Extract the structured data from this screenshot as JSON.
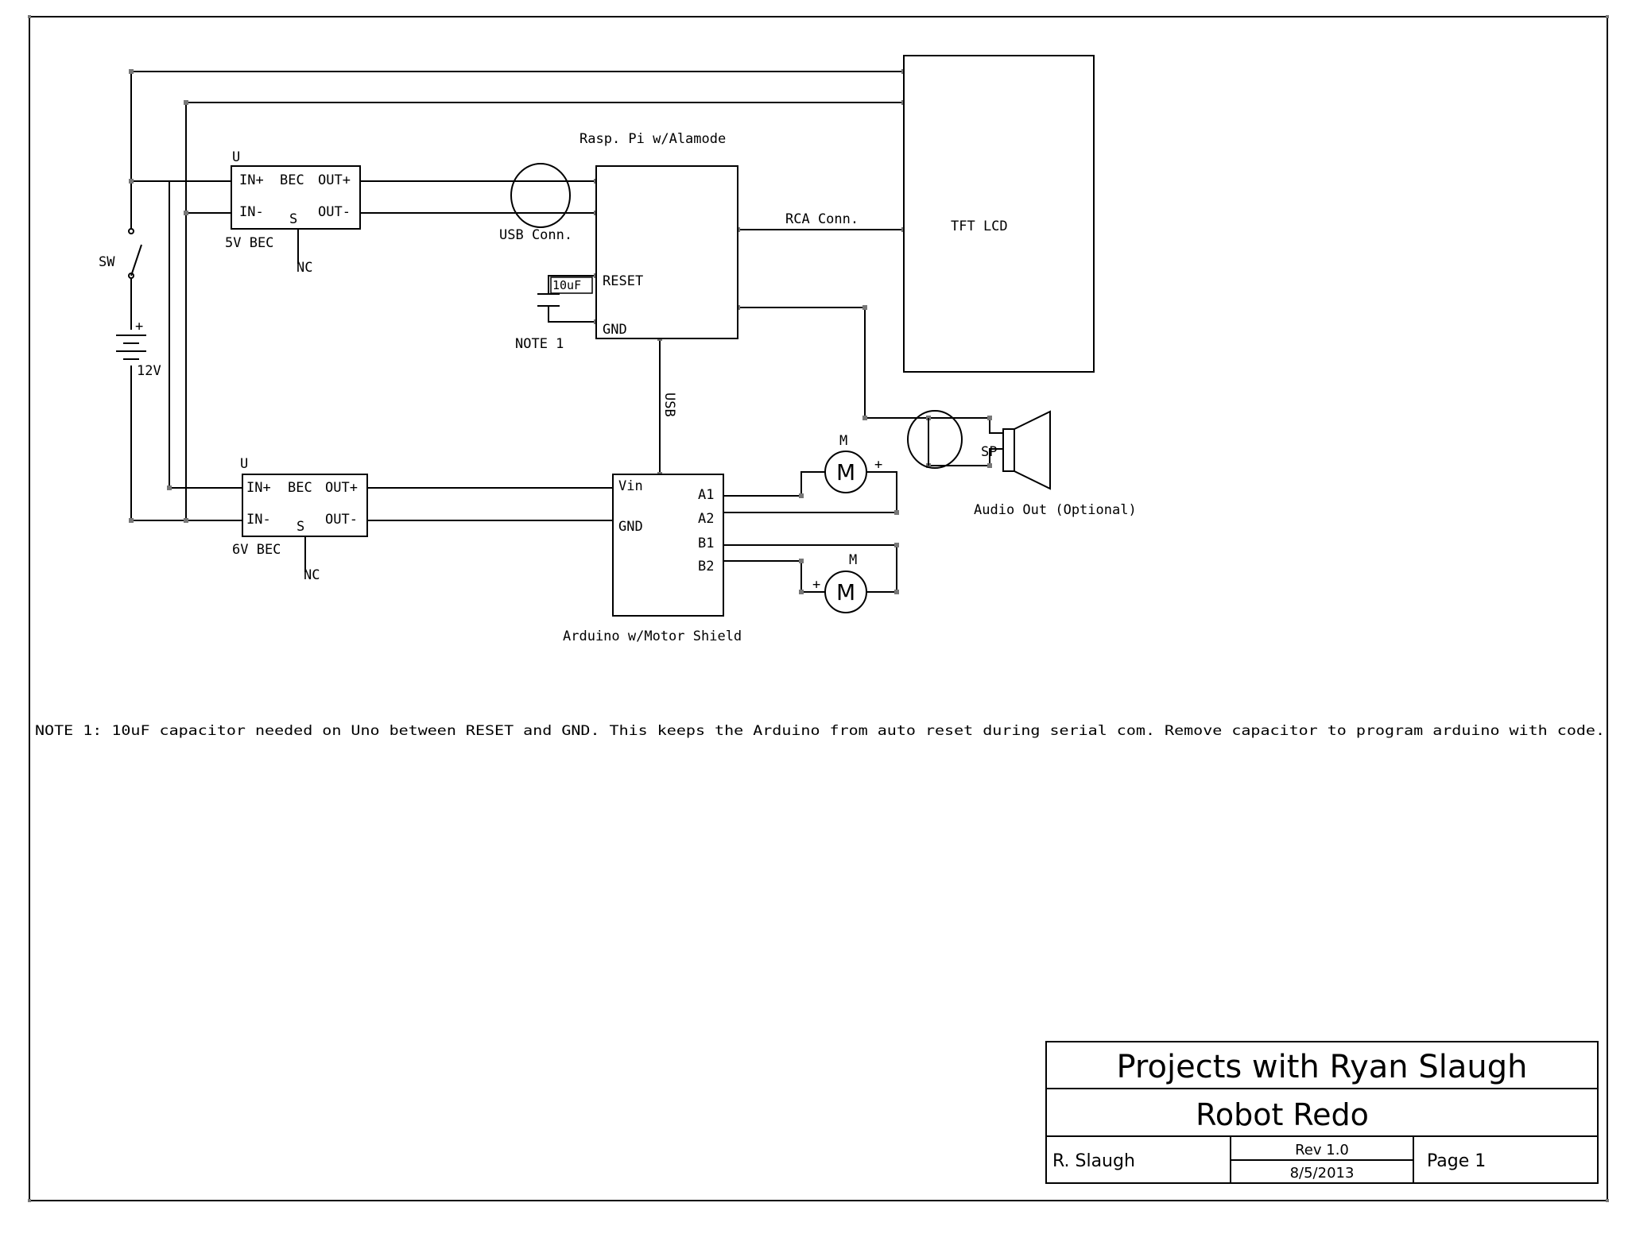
{
  "drawing": {
    "power_switch_label": "SW",
    "battery_plus": "+",
    "battery_label": "12V",
    "bec_top": {
      "designator": "U",
      "pin_in_plus": "IN+",
      "pin_in_minus": "IN-",
      "type": "BEC",
      "pin_out_plus": "OUT+",
      "pin_out_minus": "OUT-",
      "pin_s": "S",
      "name": "5V BEC",
      "nc": "NC"
    },
    "bec_bottom": {
      "designator": "U",
      "pin_in_plus": "IN+",
      "pin_in_minus": "IN-",
      "type": "BEC",
      "pin_out_plus": "OUT+",
      "pin_out_minus": "OUT-",
      "pin_s": "S",
      "name": "6V BEC",
      "nc": "NC"
    },
    "usb_conn_label": "USB Conn.",
    "pi_title": "Rasp. Pi w/Alamode",
    "pi_reset": "RESET",
    "pi_gnd": "GND",
    "cap_value": "10uF",
    "note_ref": "NOTE 1",
    "rca_label": "RCA Conn.",
    "lcd_label": "TFT LCD",
    "usb_vertical": "USB",
    "arduino_vin": "Vin",
    "arduino_gnd": "GND",
    "arduino_a1": "A1",
    "arduino_a2": "A2",
    "arduino_b1": "B1",
    "arduino_b2": "B2",
    "arduino_title": "Arduino w/Motor Shield",
    "motor_top_des": "M",
    "motor_top_sym": "M",
    "motor_top_plus": "+",
    "motor_bottom_des": "M",
    "motor_bottom_sym": "M",
    "motor_bottom_plus": "+",
    "speaker_label": "SP",
    "audio_label": "Audio Out (Optional)",
    "note_text": "NOTE 1: 10uF capacitor needed on Uno between RESET and GND.  This keeps the Arduino from auto reset during serial com.  Remove capacitor to program arduino with code."
  },
  "title_block": {
    "company": "Projects with Ryan Slaugh",
    "project": "Robot Redo",
    "author": "R. Slaugh",
    "revision": "Rev 1.0",
    "date": "8/5/2013",
    "page": "Page 1"
  }
}
